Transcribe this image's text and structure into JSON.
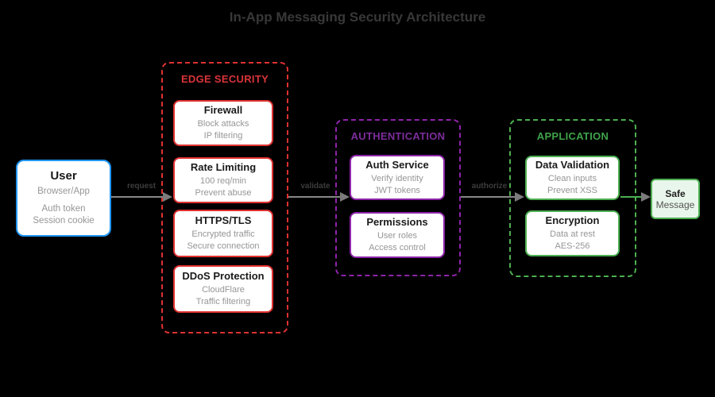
{
  "title": "In-App Messaging Security Architecture",
  "colors": {
    "background": "#000000",
    "user_border": "#2196f3",
    "edge_accent": "#e03131",
    "auth_accent": "#8e24aa",
    "app_accent": "#4caf50",
    "arrow_gray": "#878787",
    "safe_fill": "#e9f6eb"
  },
  "user": {
    "title": "User",
    "subtitle": "Browser/App",
    "lines": [
      "Auth token",
      "Session cookie"
    ]
  },
  "edge_security": {
    "heading": "EDGE SECURITY",
    "boxes": [
      {
        "title": "Firewall",
        "lines": [
          "Block attacks",
          "IP filtering"
        ]
      },
      {
        "title": "Rate Limiting",
        "lines": [
          "100 req/min",
          "Prevent abuse"
        ]
      },
      {
        "title": "HTTPS/TLS",
        "lines": [
          "Encrypted traffic",
          "Secure connection"
        ]
      },
      {
        "title": "DDoS Protection",
        "lines": [
          "CloudFlare",
          "Traffic filtering"
        ]
      }
    ]
  },
  "authentication": {
    "heading": "AUTHENTICATION",
    "boxes": [
      {
        "title": "Auth Service",
        "lines": [
          "Verify identity",
          "JWT tokens"
        ]
      },
      {
        "title": "Permissions",
        "lines": [
          "User roles",
          "Access control"
        ]
      }
    ]
  },
  "application": {
    "heading": "APPLICATION",
    "boxes": [
      {
        "title": "Data Validation",
        "lines": [
          "Clean inputs",
          "Prevent XSS"
        ]
      },
      {
        "title": "Encryption",
        "lines": [
          "Data at rest",
          "AES-256"
        ]
      }
    ]
  },
  "safe_message": {
    "line1": "Safe",
    "line2": "Message"
  },
  "arrows": [
    {
      "label": "request"
    },
    {
      "label": "validate"
    },
    {
      "label": "authorize"
    },
    {
      "label": ""
    }
  ]
}
